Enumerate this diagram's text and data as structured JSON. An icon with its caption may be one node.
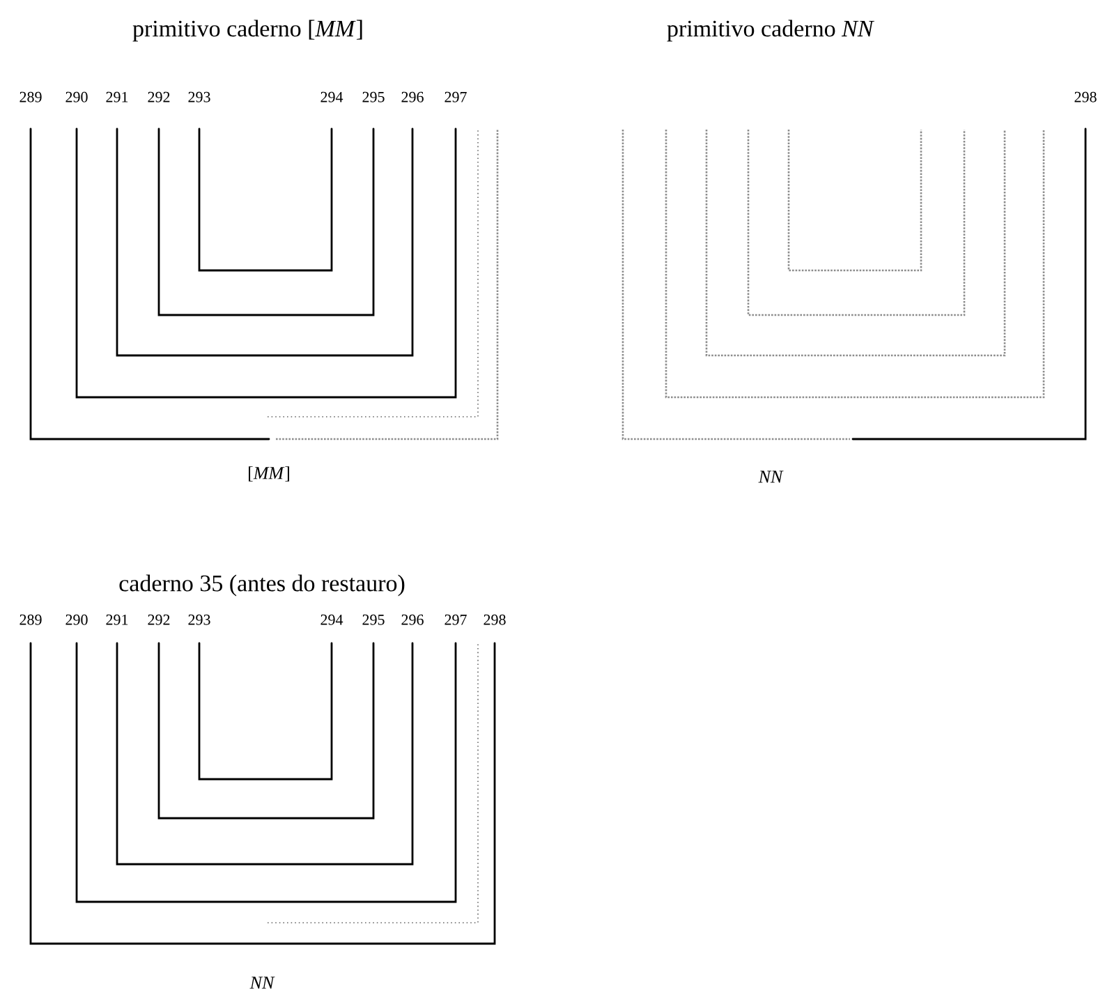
{
  "diagram": {
    "nodes": [
      {
        "text": [
          "289"
        ]
      },
      {
        "text": [
          "290"
        ]
      },
      {
        "text": [
          "291"
        ]
      },
      {
        "text": [
          "292"
        ]
      },
      {
        "text": [
          "293"
        ]
      },
      {
        "text": [
          "294"
        ]
      },
      {
        "text": [
          "295"
        ]
      },
      {
        "text": [
          "296"
        ]
      },
      {
        "text": [
          "297"
        ]
      },
      {
        "text": [
          "298"
        ]
      },
      {
        "text": [
          "289"
        ]
      },
      {
        "text": [
          "290"
        ]
      },
      {
        "text": [
          "291"
        ]
      },
      {
        "text": [
          "292"
        ]
      },
      {
        "text": [
          "293"
        ]
      },
      {
        "text": [
          "294"
        ]
      },
      {
        "text": [
          "295"
        ]
      },
      {
        "text": [
          "296"
        ]
      },
      {
        "text": [
          "297"
        ]
      },
      {
        "text": [
          "298"
        ]
      }
    ],
    "edges": [
      {
        "from": 4,
        "to": 5,
        "arrow": "none"
      },
      {
        "from": 3,
        "to": 6,
        "arrow": "none"
      },
      {
        "from": 2,
        "to": 7,
        "arrow": "none"
      },
      {
        "from": 1,
        "to": 8,
        "arrow": "none"
      },
      {
        "from": 0,
        "to": null,
        "arrow": "none"
      },
      {
        "from": 9,
        "to": null,
        "arrow": "none"
      },
      {
        "from": 14,
        "to": 15,
        "arrow": "none"
      },
      {
        "from": 13,
        "to": 16,
        "arrow": "none"
      },
      {
        "from": 12,
        "to": 17,
        "arrow": "none"
      },
      {
        "from": 11,
        "to": 18,
        "arrow": "none"
      },
      {
        "from": 10,
        "to": 19,
        "arrow": "none"
      }
    ],
    "labels": [
      "primitivo caderno [*MM*]",
      "primitivo caderno *NN*",
      "[*MM*]",
      "NN",
      "caderno 35 (antes do restauro)",
      "NN"
    ]
  }
}
